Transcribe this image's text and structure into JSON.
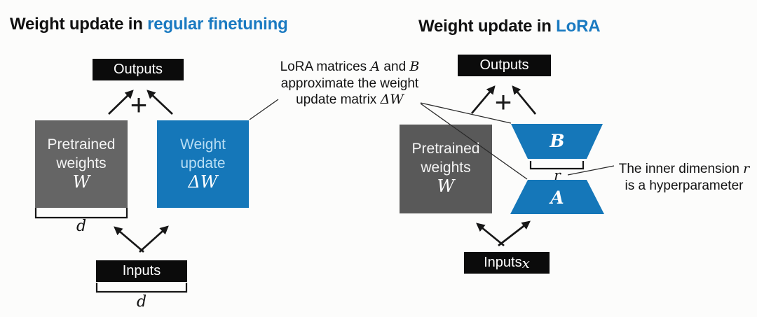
{
  "colors": {
    "box-blue": "#1577b9",
    "title-blue": "#1a7ac1",
    "gray-left": "#656565",
    "gray-right": "#595959",
    "box-black": "#0b0b0b",
    "light-blue-text": "#b9def4",
    "ink": "#171717",
    "background": "#fcfcfb"
  },
  "left_panel": {
    "title_prefix": "Weight update in ",
    "title_highlight": "regular finetuning",
    "outputs_label": "Outputs",
    "plus": "+",
    "pretrained": {
      "line1": "Pretrained",
      "line2": "weights",
      "symbol": "W"
    },
    "weight_update": {
      "line1": "Weight",
      "line2": "update",
      "symbol": "ΔW"
    },
    "weights_dim": "d",
    "inputs_label": "Inputs",
    "inputs_dim": "d"
  },
  "right_panel": {
    "title_prefix": "Weight update in ",
    "title_highlight": "LoRA",
    "outputs_label": "Outputs",
    "plus": "+",
    "pretrained": {
      "line1": "Pretrained",
      "line2": "weights",
      "symbol": "W"
    },
    "matrix_b": "B",
    "inner_dim": "r",
    "matrix_a": "A",
    "inputs_label": "Inputs ",
    "inputs_symbol": "x"
  },
  "annotations": {
    "lora_note": {
      "l1_a": "LoRA matrices ",
      "l1_b": "A",
      "l1_c": " and ",
      "l1_d": "B",
      "l2": "approximate the weight",
      "l3_a": "update matrix ",
      "l3_b": "ΔW"
    },
    "rank_note": {
      "l1_a": "The inner dimension ",
      "l1_b": "r",
      "l2": "is a hyperparameter"
    }
  }
}
